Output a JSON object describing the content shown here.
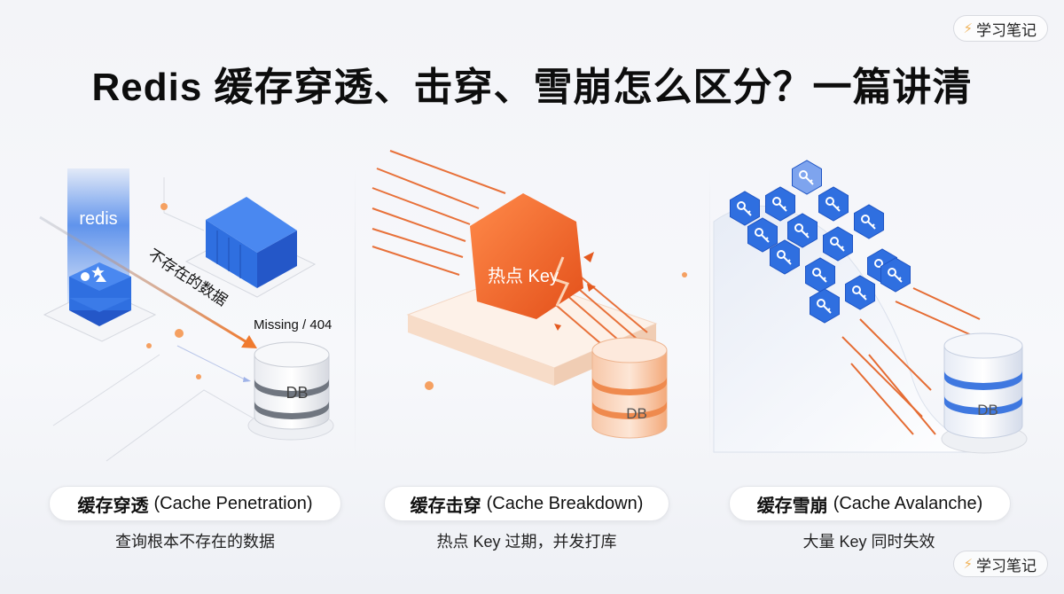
{
  "title": "Redis 缓存穿透、击穿、雪崩怎么区分？一篇讲清",
  "badge_top": {
    "icon": "lightning-icon",
    "label": "学习笔记"
  },
  "badge_bottom": {
    "icon": "lightning-icon",
    "label": "学习笔记"
  },
  "panels": [
    {
      "name_cn": "缓存穿透",
      "name_en": "(Cache Penetration)",
      "subtitle": "查询根本不存在的数据",
      "illustration": {
        "redis_label": "redis",
        "arrow_label": "不存在的数据",
        "db_note": "Missing / 404",
        "db_label": "DB"
      }
    },
    {
      "name_cn": "缓存击穿",
      "name_en": "(Cache Breakdown)",
      "subtitle": "热点 Key 过期，并发打库",
      "illustration": {
        "hot_key_label": "热点 Key",
        "db_label": "DB"
      }
    },
    {
      "name_cn": "缓存雪崩",
      "name_en": "(Cache Avalanche)",
      "subtitle": "大量 Key 同时失效",
      "illustration": {
        "db_label": "DB"
      }
    }
  ],
  "colors": {
    "blue": "#2f6fe0",
    "orange": "#f26b2a",
    "text": "#111111"
  }
}
